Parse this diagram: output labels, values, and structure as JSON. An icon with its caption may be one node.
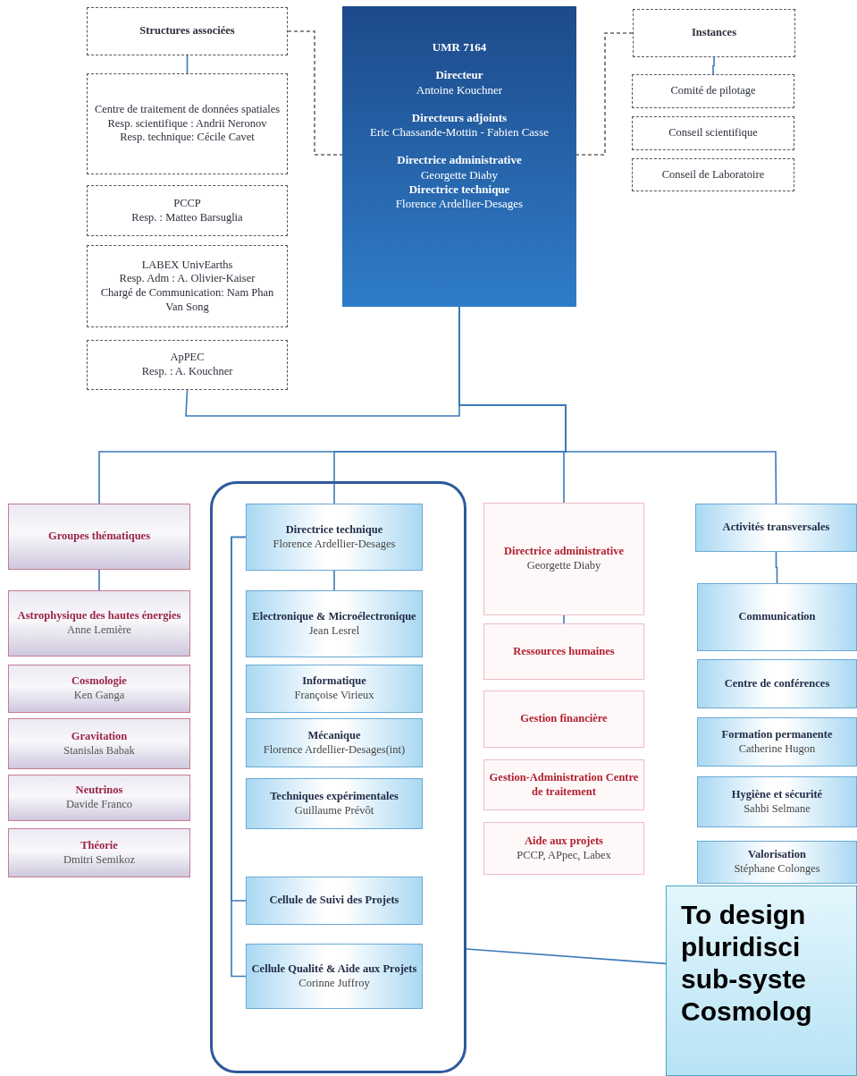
{
  "diagram": {
    "nodes": [
      {
        "text": [
          "Structures associées"
        ]
      },
      {
        "text": [
          "Centre de traitement de données spatiales",
          "Resp. scientifique : Andrii Neronov",
          "Resp. technique: Cécile Cavet"
        ]
      },
      {
        "text": [
          "PCCP",
          "Resp. : Matteo Barsuglia"
        ]
      },
      {
        "text": [
          "LABEX UnivEarths",
          "Resp. Adm : A. Olivier-Kaiser",
          "Chargé de Communication: Nam Phan Van Song"
        ]
      },
      {
        "text": [
          "ApPEC",
          "Resp. : A. Kouchner"
        ]
      },
      {
        "text": [
          "UMR 7164",
          "Directeur",
          "Antoine Kouchner",
          "Directeurs adjoints",
          "Eric Chassande-Mottin - Fabien Casse",
          "Directrice administrative",
          "Georgette Diaby",
          "Directrice technique",
          "Florence Ardellier-Desages"
        ]
      },
      {
        "text": [
          "Instances"
        ]
      },
      {
        "text": [
          "Comité de pilotage"
        ]
      },
      {
        "text": [
          "Conseil scientifique"
        ]
      },
      {
        "text": [
          "Conseil de Laboratoire"
        ]
      },
      {
        "text": [
          "Groupes thématiques"
        ]
      },
      {
        "text": [
          "Astrophysique des hautes énergies",
          "Anne Lemière"
        ]
      },
      {
        "text": [
          "Cosmologie",
          "Ken Ganga"
        ]
      },
      {
        "text": [
          "Gravitation",
          "Stanislas Babak"
        ]
      },
      {
        "text": [
          "Neutrinos",
          "Davide Franco"
        ]
      },
      {
        "text": [
          "Théorie",
          "Dmitri Semikoz"
        ]
      },
      {
        "text": [],
        "shape": "box"
      },
      {
        "text": [
          "Directrice technique",
          "Florence Ardellier-Desages"
        ],
        "in": 16
      },
      {
        "text": [
          "Electronique & Microélectronique",
          "Jean Lesrel"
        ],
        "in": 16
      },
      {
        "text": [
          "Informatique",
          "Françoise Virieux"
        ],
        "in": 16
      },
      {
        "text": [
          "Mécanique",
          "Florence Ardellier-Desages(int)"
        ],
        "in": 16
      },
      {
        "text": [
          "Techniques expérimentales",
          "Guillaume Prévôt"
        ],
        "in": 16
      },
      {
        "text": [
          "Cellule de Suivi des Projets"
        ],
        "in": 16
      },
      {
        "text": [
          "Cellule Qualité & Aide aux Projets",
          "Corinne Juffroy"
        ],
        "in": 16
      },
      {
        "text": [
          "Directrice administrative",
          "Georgette Diaby"
        ]
      },
      {
        "text": [
          "Ressources humaines"
        ]
      },
      {
        "text": [
          "Gestion financière"
        ]
      },
      {
        "text": [
          "Gestion-Administration Centre de traitement"
        ]
      },
      {
        "text": [
          "Aide aux projets",
          "PCCP,  APpec, Labex"
        ]
      },
      {
        "text": [
          "Activités transversales"
        ]
      },
      {
        "text": [
          "Communication"
        ]
      },
      {
        "text": [
          "Centre de conférences"
        ]
      },
      {
        "text": [
          "Formation permanente",
          "Catherine Hugon"
        ]
      },
      {
        "text": [
          "Hygiène et sécurité",
          "Sahbi Selmane"
        ]
      },
      {
        "text": [
          "Valorisation",
          "Stéphane Colonges"
        ]
      },
      {
        "text": [
          "To design pluridisci sub-syste Cosmolog"
        ]
      }
    ],
    "edges": [
      {
        "from": 0,
        "to": 5,
        "arrow": "none",
        "style": "dashed",
        "color": "#666666"
      },
      {
        "from": 6,
        "to": 5,
        "arrow": "none",
        "style": "dashed",
        "color": "#666666"
      },
      {
        "from": 0,
        "to": 1,
        "arrow": "none"
      },
      {
        "from": 6,
        "to": 7,
        "arrow": "none"
      },
      {
        "from": 4,
        "to": 5,
        "arrow": "none"
      },
      {
        "from": 5,
        "to": 10,
        "arrow": "none"
      },
      {
        "from": 5,
        "to": 17,
        "arrow": "none"
      },
      {
        "from": 5,
        "to": 24,
        "arrow": "none"
      },
      {
        "from": 5,
        "to": 29,
        "arrow": "none"
      },
      {
        "from": 10,
        "to": 11,
        "arrow": "none"
      },
      {
        "from": 17,
        "to": 18,
        "arrow": "none"
      },
      {
        "from": 17,
        "to": 22,
        "arrow": "none"
      },
      {
        "from": 17,
        "to": 23,
        "arrow": "none"
      },
      {
        "from": 24,
        "to": 25,
        "arrow": "none"
      },
      {
        "from": 29,
        "to": 30,
        "arrow": "none"
      },
      {
        "from": 35,
        "to": 16,
        "arrow": "none"
      }
    ]
  }
}
